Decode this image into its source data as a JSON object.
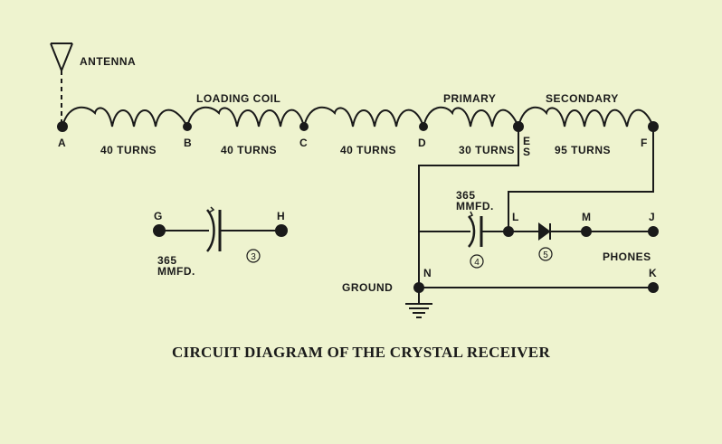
{
  "labels": {
    "antenna": "ANTENNA",
    "loading_coil": "LOADING COIL",
    "primary": "PRIMARY",
    "secondary": "SECONDARY",
    "ground": "GROUND",
    "phones": "PHONES",
    "cap_left_value": "365",
    "cap_left_unit": "MMFD.",
    "cap_right_value": "365",
    "cap_right_unit": "MMFD.",
    "marker_3": "3",
    "marker_4": "4",
    "marker_5": "5"
  },
  "nodes": {
    "A": "A",
    "B": "B",
    "C": "C",
    "D": "D",
    "E": "E",
    "S": "S",
    "F": "F",
    "G": "G",
    "H": "H",
    "L": "L",
    "M": "M",
    "J": "J",
    "N": "N",
    "K": "K"
  },
  "coils": [
    {
      "id": "coil-ab",
      "turns_label": "40 TURNS"
    },
    {
      "id": "coil-bc",
      "turns_label": "40 TURNS"
    },
    {
      "id": "coil-cd",
      "turns_label": "40 TURNS"
    },
    {
      "id": "coil-de",
      "turns_label": "30 TURNS"
    },
    {
      "id": "coil-ef",
      "turns_label": "95 TURNS"
    }
  ],
  "caption": "CIRCUIT DIAGRAM OF THE CRYSTAL RECEIVER",
  "colors": {
    "background": "#eef3cf",
    "ink": "#1a1a1a"
  }
}
